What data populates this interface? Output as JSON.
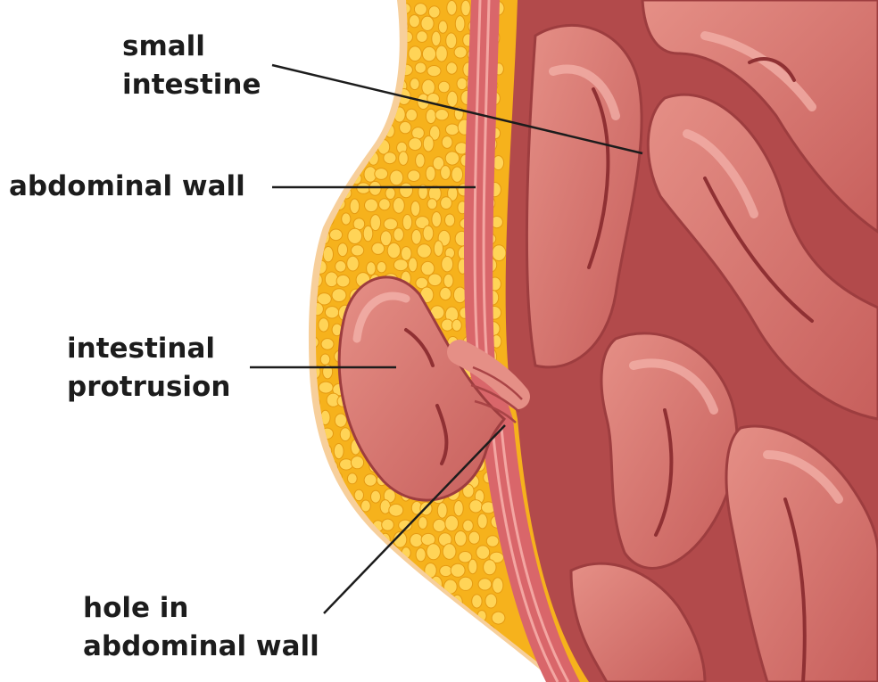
{
  "labels": {
    "small_intestine": [
      "small",
      "intestine"
    ],
    "abdominal_wall": "abdominal wall",
    "intestinal_protrusion": [
      "intestinal",
      "protrusion"
    ],
    "hole": [
      "hole in",
      "abdominal wall"
    ]
  },
  "colors": {
    "fat": "#f6b21c",
    "fat_cell": "#ffd457",
    "skin": "#f7cf9b",
    "muscle": "#d9666a",
    "intestine": "#d8736d",
    "intestine_highlight": "#ef9d95",
    "intestine_dark": "#8f3033",
    "leader_line": "#1c1c1c"
  }
}
